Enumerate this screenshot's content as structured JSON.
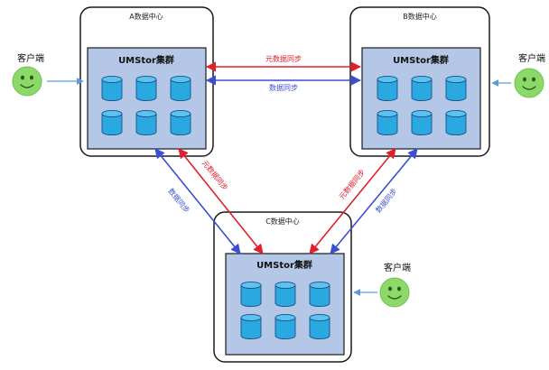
{
  "datacenters": {
    "a": {
      "label": "A数据中心",
      "cluster": "UMStor集群"
    },
    "b": {
      "label": "B数据中心",
      "cluster": "UMStor集群"
    },
    "c": {
      "label": "C数据中心",
      "cluster": "UMStor集群"
    }
  },
  "clients": {
    "left": {
      "label": "客户端"
    },
    "right": {
      "label": "客户端"
    },
    "c": {
      "label": "客户端"
    }
  },
  "links": {
    "ab_meta": "元数据同步",
    "ab_data": "数据同步",
    "ac_meta": "元数据同步",
    "ac_data": "数据同步",
    "bc_meta": "元数据同步",
    "bc_data": "数据同步"
  },
  "colors": {
    "meta_sync": "#e0202a",
    "data_sync": "#3b4fd0",
    "client_arrow": "#5b9bd5",
    "cluster_fill": "#b4c7e7",
    "disk_fill": "#2aa8e0",
    "face_fill": "#8cd96a"
  },
  "icons": {
    "disk": "database-cylinder-icon",
    "client": "smiley-face-icon"
  }
}
